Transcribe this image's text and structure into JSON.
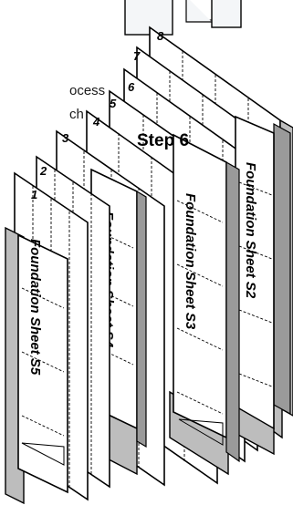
{
  "top_text_fragments": [
    "ocess",
    "ch"
  ],
  "step_label": "Step 6",
  "sheet_numbers": [
    "1",
    "2",
    "3",
    "4",
    "5",
    "6",
    "7",
    "8"
  ],
  "foundation_sheets": [
    "Foundation Sheet S5",
    "Foundation Sheet S4",
    "Foundation Sheet S3",
    "Foundation Sheet S2"
  ]
}
